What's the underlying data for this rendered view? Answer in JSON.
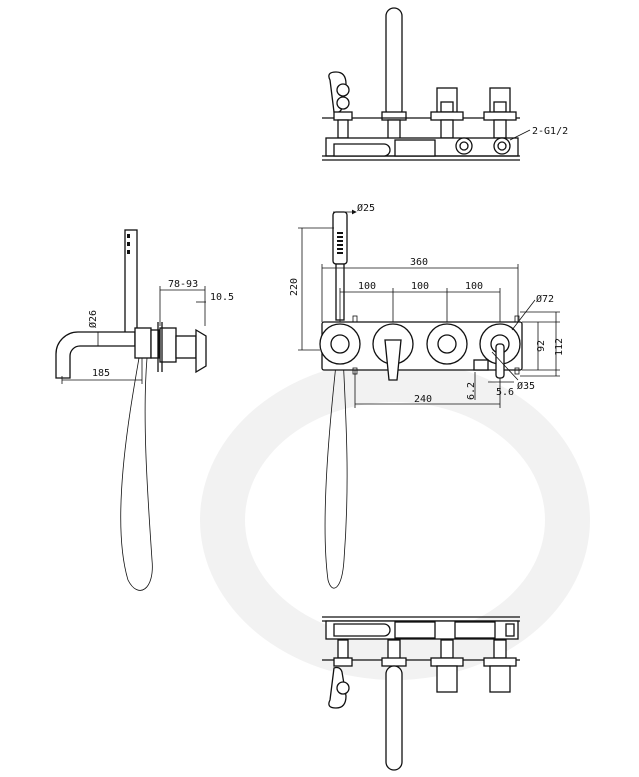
{
  "drawing": {
    "connection_label": "2-G1/2",
    "dimensions": {
      "handshower_dia": "Ø25",
      "overall_width": "360",
      "spacing_1": "100",
      "spacing_2": "100",
      "spacing_3": "100",
      "overall_height": "220",
      "wall_depth": "78-93",
      "plate_thickness": "10.5",
      "spout_dia": "Ø26",
      "spout_reach": "185",
      "plate_dia": "Ø72",
      "plate_height": "92",
      "box_height": "112",
      "handle_dia": "Ø35",
      "offset_a": "6.2",
      "offset_b": "5.6",
      "spout_to_valve": "240"
    }
  }
}
